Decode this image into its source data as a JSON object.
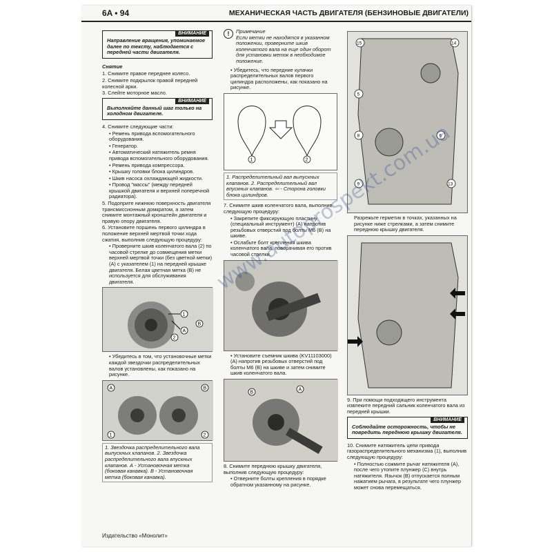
{
  "header": {
    "page": "6A • 94",
    "title": "МЕХАНИЧЕСКАЯ ЧАСТЬ ДВИГАТЕЛЯ (БЕНЗИНОВЫЕ ДВИГАТЕЛИ)"
  },
  "warning_label": "ВНИМАНИЕ",
  "col1": {
    "warn1": "Направление вращения, упоминаемое далее по тексту, наблюдается с передней части двигателя.",
    "removal_title": "Снятие",
    "steps_a": [
      "1. Снимите правое переднее колесо.",
      "2. Снимите подкрылок правой передней колесной арки.",
      "3. Слейте моторное масло."
    ],
    "warn2": "Выполняйте данный шаг только на холодном двигателе.",
    "step4": "4. Снимите следующие части:",
    "step4_items": [
      "• Ремень привода вспомогательного оборудования.",
      "• Генератор.",
      "• Автоматический натяжитель ремня привода вспомогательного оборудования.",
      "• Ремень привода компрессора.",
      "• Крышку головки блока цилиндров.",
      "• Шкив насоса охлаждающей жидкости.",
      "• Провод \"массы\" (между передней крышкой двигателя и верхней поперечной радиатора)."
    ],
    "step5": "5. Подоприте нижнюю поверхность двигателя трансмиссионным домкратом, а затем снимите монтажный кронштейн двигателя и правую опору двигателя.",
    "step6": "6. Установите поршень первого цилиндра в положение верхней мертвой точки хода сжатия, выполнив следующую процедуру:",
    "step6_item": "• Проверните шкив коленчатого вала (2) по часовой стрелке до совмещения метки верхней мертвой точки (без цветной метки) (А) с указателем (1) на передней крышке двигателя. Белая цветная метка (В) не используется для обслуживания двигателя.",
    "step6_item2": "• Убедитесь в том, что установочные метки каждой звездочки распределительных валов установлены, как показано на рисунке.",
    "fig_caption": "1. Звездочка распределительного вала выпускных клапанов. 2. Звездочка распределительного вала впускных клапанов. А - Установочная метка (боковая канавка). В - Установочная метка (боковая канавка)."
  },
  "col2": {
    "note_title": "Примечание",
    "note_text": "Если метки не находятся в указанном положении, проверните шкив коленчатого вала на еще один оборот для установки меток в необходимое положение.",
    "item": "• Убедитесь, что передние кулачки распределительных валов первого цилиндра расположены, как показано на рисунке.",
    "fig_caption": "1. Распределительный вал выпускных клапанов. 2. Распределительный вал впускных клапанов. ⇦ - Сторона головки блока цилиндров.",
    "step7": "7. Снимите шкив коленчатого вала, выполнив следующую процедуру:",
    "step7_items": [
      "• Закрепите фиксирующую пластину (специальный инструмент) (А) напротив резьбовых отверстий под болты М6 (В) на шкиве.",
      "• Ослабьте болт крепления шкива коленчатого вала, поворачивая его против часовой стрелки."
    ],
    "step7_more": "• Установите съемник шкива (KV11103000) (А) напротив резьбовых отверстий под болты М6 (В) на шкиве и затем снимите шкив коленчатого вала.",
    "step8": "8. Снимите переднюю крышку двигателя, выполнив следующую процедуру:",
    "step8_item": "• Отверните болты крепления в порядке обратном указанному на рисунке."
  },
  "col3": {
    "cut_text": "Разрежьте герметик в точках, указанных на рисунке ниже стрелками, а затем снимите переднюю крышку двигателя.",
    "step9": "9. При помощи подходящего инструмента извлеките передний сальник коленчатого вала из передней крышки.",
    "warn3": "Соблюдайте осторожность, чтобы не повредить переднюю крышку двигателя.",
    "step10": "10. Снимите натяжитель цепи привода газораспределительного механизма (1), выполнив следующую процедуру:",
    "step10_item": "• Полностью сожмите рычаг натяжителя (А), после чего утопите плунжер (С) внутрь натяжителя. Язычок (В) отпускается полным нажатием рычага, в результате чего плунжер может снова перемещаться."
  },
  "labels": {
    "one": "1",
    "two": "2",
    "A": "A",
    "B": "B",
    "n15": "15",
    "n14": "14",
    "n5": "5",
    "n9": "9",
    "n8": "8",
    "n6": "6",
    "n13": "13"
  },
  "footer": "Издательство «Монолит»",
  "watermark": "www.autoprospekt.com.ua"
}
